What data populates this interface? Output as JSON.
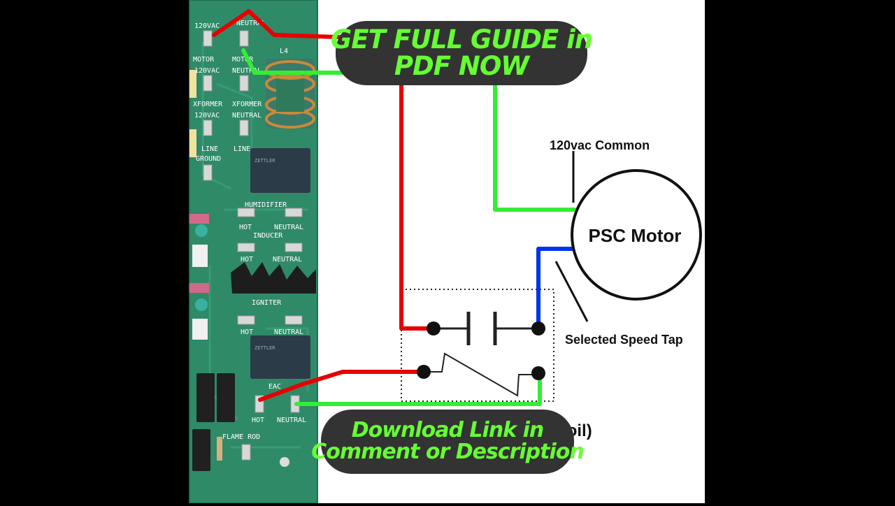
{
  "banner_top": {
    "line1": "GET FULL GUIDE in",
    "line2": "PDF NOW"
  },
  "banner_bottom": {
    "line1": "Download Link in",
    "line2": "Comment or Description"
  },
  "diagram": {
    "common_label": "120vac Common",
    "motor_label": "PSC Motor",
    "speed_tap_label": "Selected Speed Tap",
    "partial_label": "ac Coil)"
  },
  "board": {
    "labels": [
      "120VAC",
      "NEUTRAL",
      "MOTOR",
      "MOTOR",
      "120VAC",
      "NEUTRAL",
      "XFORMER",
      "XFORMER",
      "120VAC",
      "NEUTRAL",
      "LINE",
      "LINE",
      "GROUND",
      "L4",
      "HUMIDIFIER",
      "HOT",
      "NEUTRAL",
      "INDUCER",
      "HOT",
      "NEUTRAL",
      "IGNITER",
      "HOT",
      "NEUTRAL",
      "EAC",
      "HOT",
      "NEUTRAL",
      "FLAME ROD",
      "ZETTLER",
      "ZETTLER"
    ]
  },
  "colors": {
    "background": "#000000",
    "pcb": "#2f8a68",
    "wire_hot": "#e60000",
    "wire_neutral": "#33ee33",
    "wire_speed": "#0033ee",
    "banner_bg": "#333333",
    "banner_text": "#66ff33"
  }
}
